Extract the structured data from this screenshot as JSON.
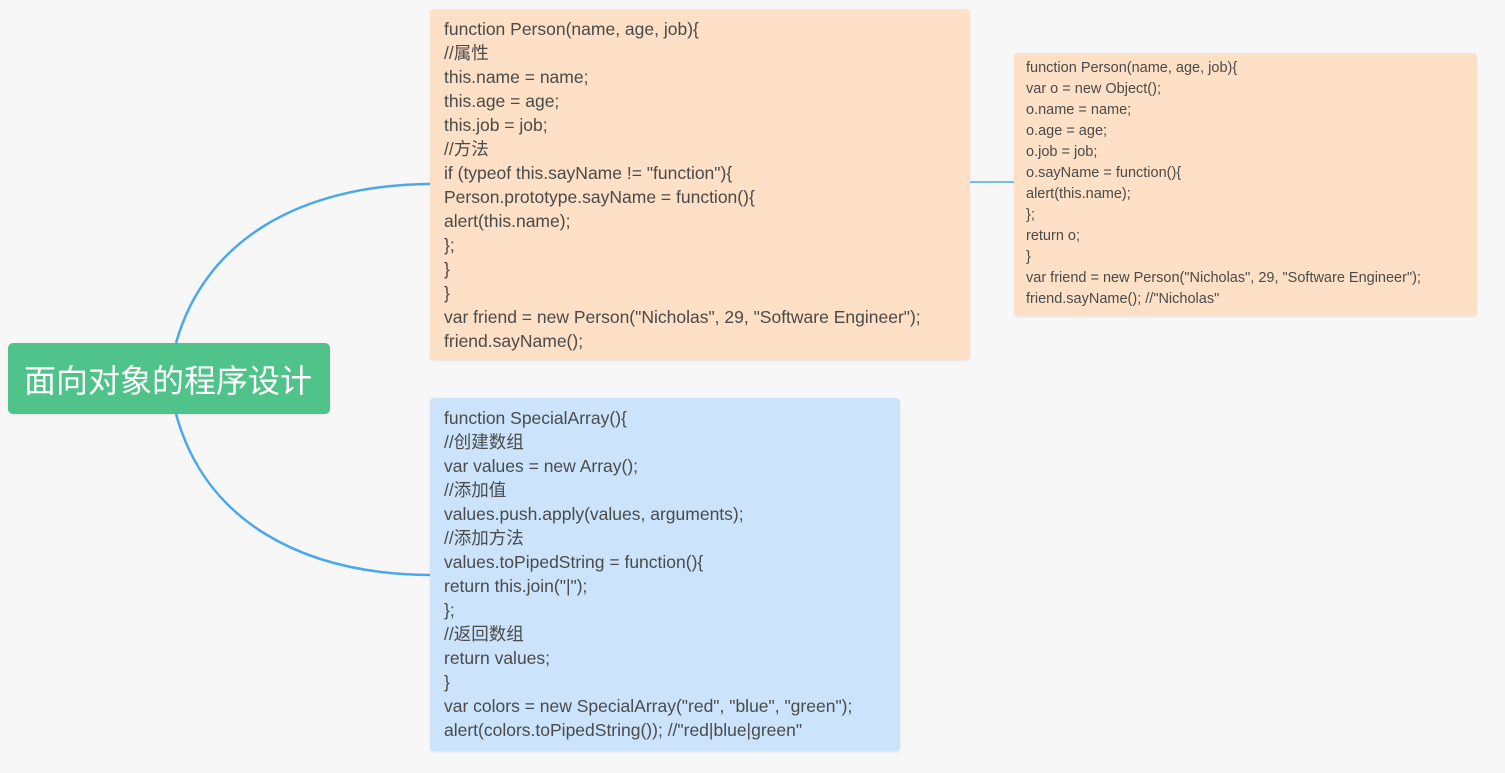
{
  "colors": {
    "background": "#f7f7f7",
    "root": "#4fc38a",
    "peach_node": "#fde0c5",
    "blue_node": "#cbe4fc",
    "connector": "#4aa8ee"
  },
  "root": {
    "label": "面向对象的程序设计"
  },
  "nodes": [
    {
      "id": "person-proto",
      "lines": [
        "function Person(name, age, job){",
        "//属性",
        "this.name = name;",
        "this.age = age;",
        "this.job = job;",
        "//方法",
        "if (typeof this.sayName != \"function\"){",
        "Person.prototype.sayName = function(){",
        "alert(this.name);",
        "};",
        "}",
        "}",
        "var friend = new Person(\"Nicholas\", 29, \"Software Engineer\");",
        "friend.sayName();"
      ]
    },
    {
      "id": "person-factory",
      "lines": [
        "function Person(name, age, job){",
        "var o = new Object();",
        "o.name = name;",
        "o.age = age;",
        "o.job = job;",
        "o.sayName = function(){",
        "alert(this.name);",
        "};",
        "return o;",
        "}",
        "var friend = new Person(\"Nicholas\", 29, \"Software Engineer\");",
        "friend.sayName(); //\"Nicholas\""
      ]
    },
    {
      "id": "special-array",
      "lines": [
        "function SpecialArray(){",
        "//创建数组",
        "var values = new Array();",
        "//添加值",
        "values.push.apply(values, arguments);",
        "//添加方法",
        "values.toPipedString = function(){",
        "return this.join(\"|\");",
        "};",
        "//返回数组",
        "return values;",
        "}",
        "var colors = new SpecialArray(\"red\", \"blue\", \"green\");",
        "alert(colors.toPipedString()); //\"red|blue|green\""
      ]
    }
  ]
}
